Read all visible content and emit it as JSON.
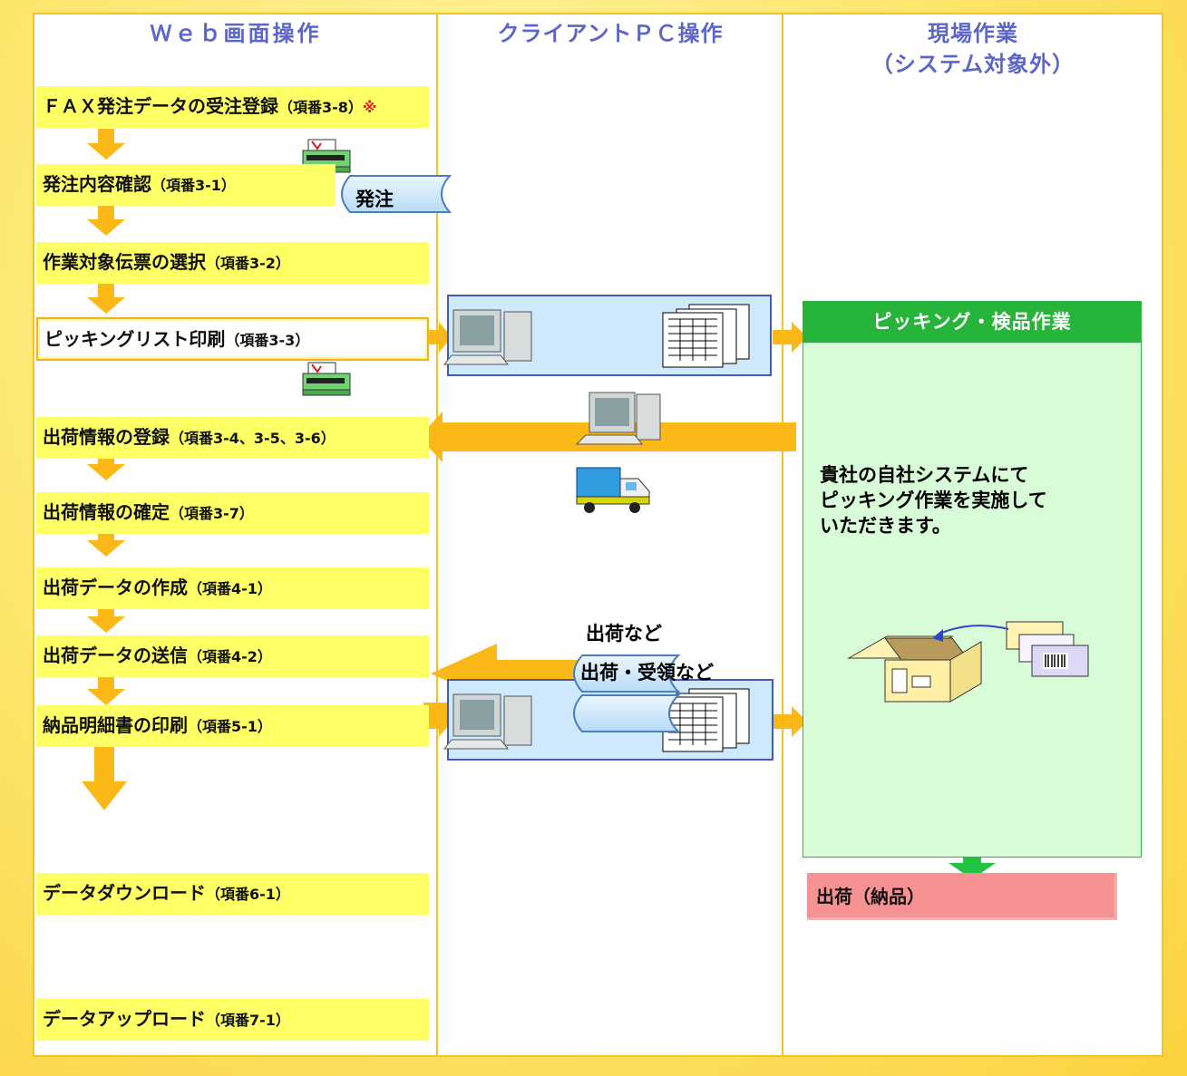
{
  "columns": {
    "web": "Ｗｅｂ画面操作",
    "client": "クライアントＰＣ操作",
    "field_line1": "現場作業",
    "field_line2": "（システム対象外）"
  },
  "steps": [
    {
      "main": "ＦＡＸ発注データの受注登録",
      "sub": "（項番3-8）",
      "mark": "※"
    },
    {
      "main": "発注内容確認",
      "sub": "（項番3-1）"
    },
    {
      "main": "作業対象伝票の選択",
      "sub": "（項番3-2）"
    },
    {
      "main": "ピッキングリスト印刷",
      "sub": "（項番3-3）"
    },
    {
      "main": "出荷情報の登録",
      "sub": "（項番3-4、3-5、3-6）"
    },
    {
      "main": "出荷情報の確定",
      "sub": "（項番3-7）"
    },
    {
      "main": "出荷データの作成",
      "sub": "（項番4-1）"
    },
    {
      "main": "出荷データの送信",
      "sub": "（項番4-2）"
    },
    {
      "main": "納品明細書の印刷",
      "sub": "（項番5-1）"
    },
    {
      "main": "データダウンロード",
      "sub": "（項番6-1）"
    },
    {
      "main": "データアップロード",
      "sub": "（項番7-1）"
    }
  ],
  "order_doc_label": "発注",
  "picking": {
    "title": "ピッキング・検品作業",
    "text_line1": "貴社の自社システムにて",
    "text_line2": "ピッキング作業を実施して",
    "text_line3": "いただきます。"
  },
  "shipment_label": "出荷（納品）",
  "download_doc_label": "出荷・受領など",
  "upload_doc_label": "出荷など",
  "colors": {
    "frame": "#fbd23e",
    "step_fill": "#ffff66",
    "arrow": "#fbb817",
    "title_blue": "#5b66c8",
    "green_header": "#26b43a",
    "green_fill": "#d8fbd8",
    "pc_box_fill": "#cde9fb",
    "shipment_fill": "#f79292",
    "mark_red": "#e0202a"
  },
  "icons": [
    "printer-icon",
    "computer-icon",
    "document-stack-icon",
    "truck-icon",
    "cardboard-box-icon",
    "barcode-package-icon"
  ]
}
